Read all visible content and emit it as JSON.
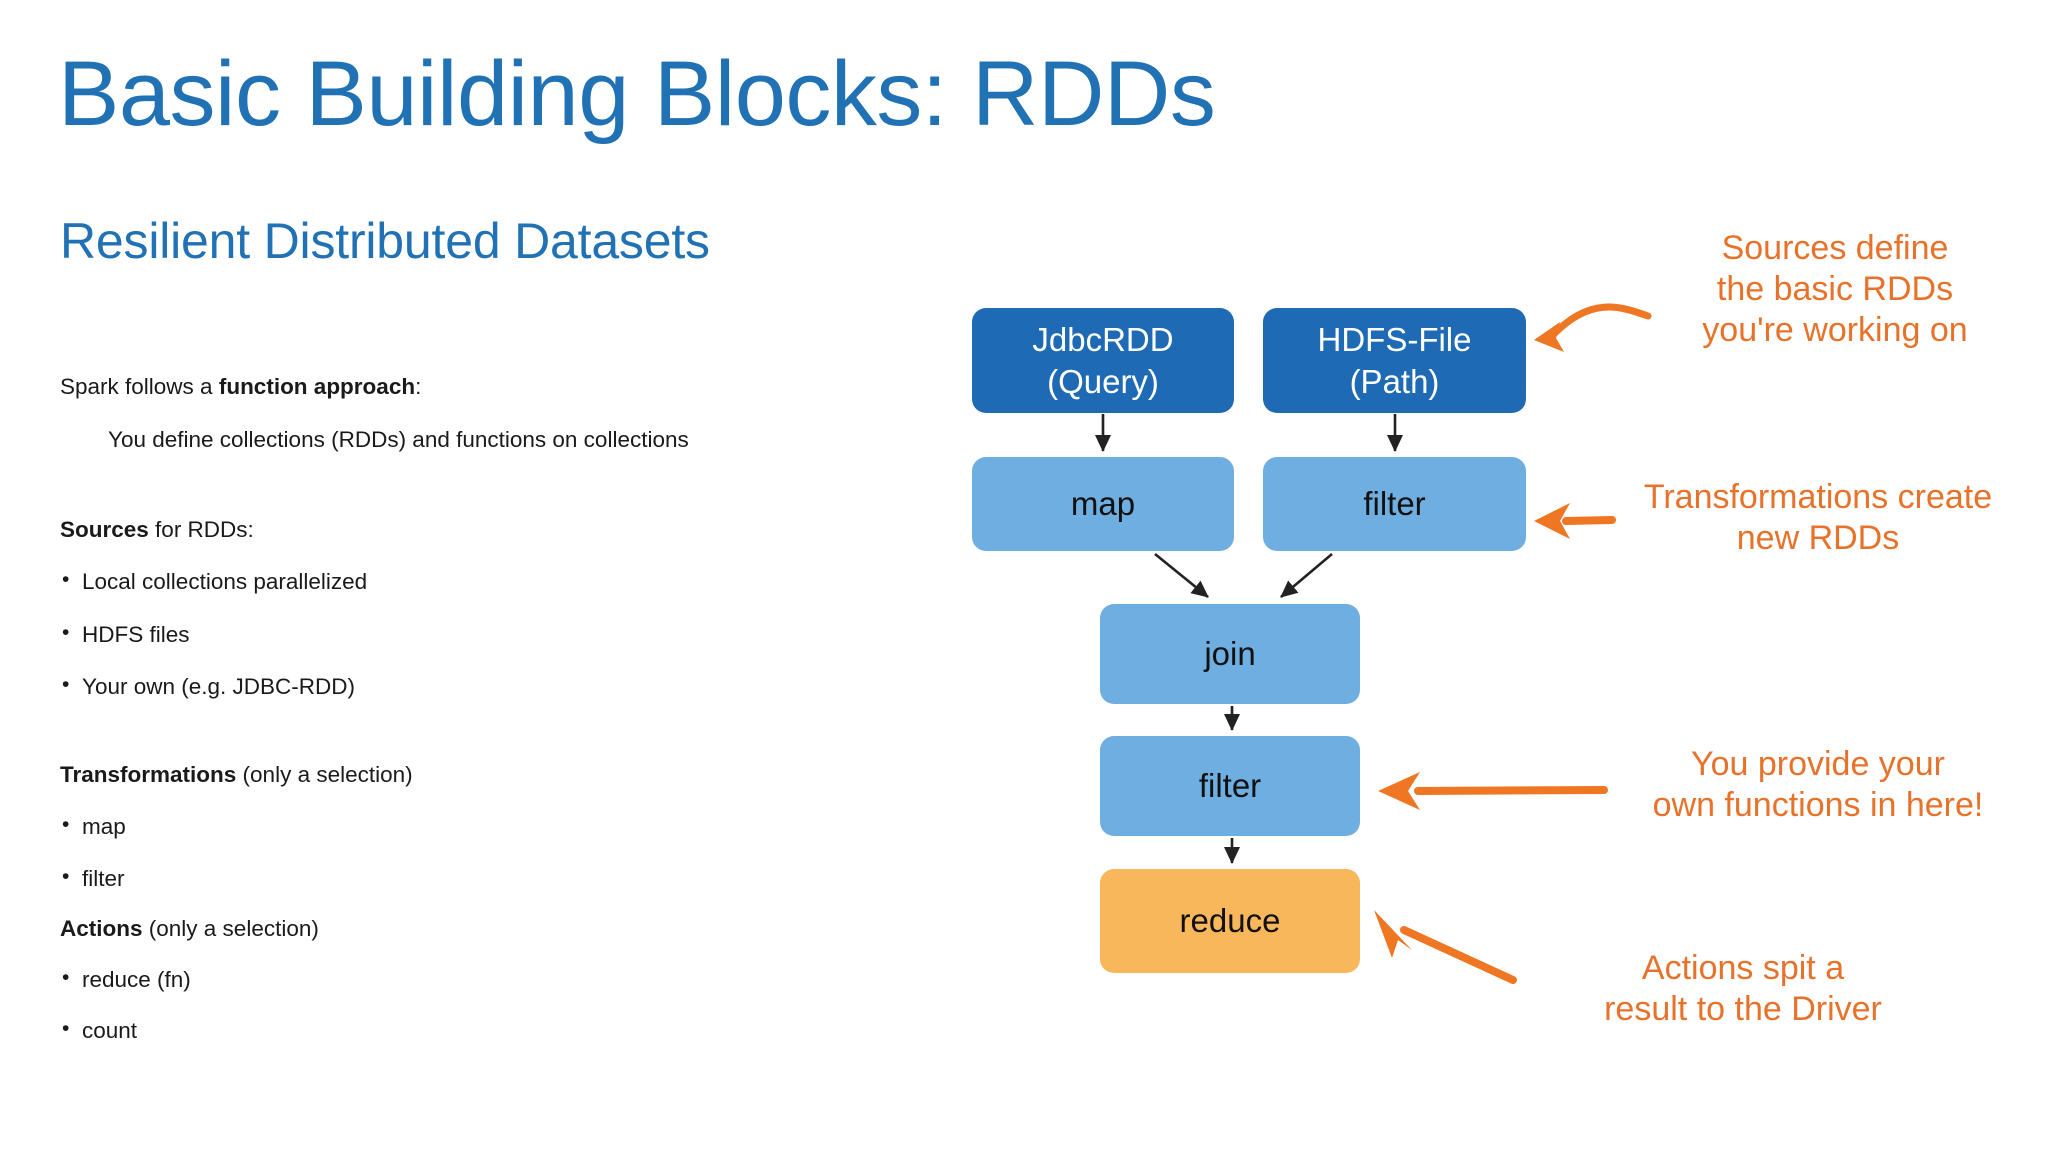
{
  "slide": {
    "title": "Basic Building Blocks: RDDs",
    "subtitle": "Resilient Distributed Datasets",
    "title_color": "#2171b5",
    "background_color": "#ffffff"
  },
  "body": {
    "intro_prefix": "Spark follows a ",
    "intro_strong": "function approach",
    "intro_suffix": ":",
    "intro_detail": "You define collections (RDDs) and functions on collections",
    "sources_strong": "Sources",
    "sources_suffix": " for RDDs:",
    "sources_items": [
      "Local collections parallelized",
      "HDFS files",
      "Your own (e.g. JDBC-RDD)"
    ],
    "transformations_strong": "Transformations",
    "transformations_suffix": " (only a selection)",
    "transformations_items": [
      "map",
      "filter"
    ],
    "actions_strong": "Actions",
    "actions_suffix": " (only a selection)",
    "actions_items": [
      "reduce (fn)",
      "count"
    ]
  },
  "diagram": {
    "colors": {
      "source": "#1f6ab4",
      "transform": "#6faee0",
      "action": "#f9b75c",
      "arrow": "#222222",
      "annotation": "#e8722a"
    },
    "nodes": [
      {
        "id": "jdbcrdd",
        "label": "JdbcRDD\n(Query)",
        "type": "source"
      },
      {
        "id": "hdfsfile",
        "label": "HDFS-File\n(Path)",
        "type": "source"
      },
      {
        "id": "map",
        "label": "map",
        "type": "transform"
      },
      {
        "id": "filter1",
        "label": "filter",
        "type": "transform"
      },
      {
        "id": "join",
        "label": "join",
        "type": "transform"
      },
      {
        "id": "filter2",
        "label": "filter",
        "type": "transform"
      },
      {
        "id": "reduce",
        "label": "reduce",
        "type": "action"
      }
    ],
    "edges": [
      {
        "from": "jdbcrdd",
        "to": "map"
      },
      {
        "from": "hdfsfile",
        "to": "filter1"
      },
      {
        "from": "map",
        "to": "join"
      },
      {
        "from": "filter1",
        "to": "join"
      },
      {
        "from": "join",
        "to": "filter2"
      },
      {
        "from": "filter2",
        "to": "reduce"
      }
    ],
    "annotations": [
      {
        "id": "sources",
        "text": "Sources define\nthe basic RDDs\nyou're working on",
        "target": "hdfsfile"
      },
      {
        "id": "transform",
        "text": "Transformations create\nnew RDDs",
        "target": "filter1"
      },
      {
        "id": "functions",
        "text": "You provide your\nown functions in here!",
        "target": "filter2"
      },
      {
        "id": "actions",
        "text": "Actions spit a\nresult to the Driver",
        "target": "reduce"
      }
    ]
  }
}
